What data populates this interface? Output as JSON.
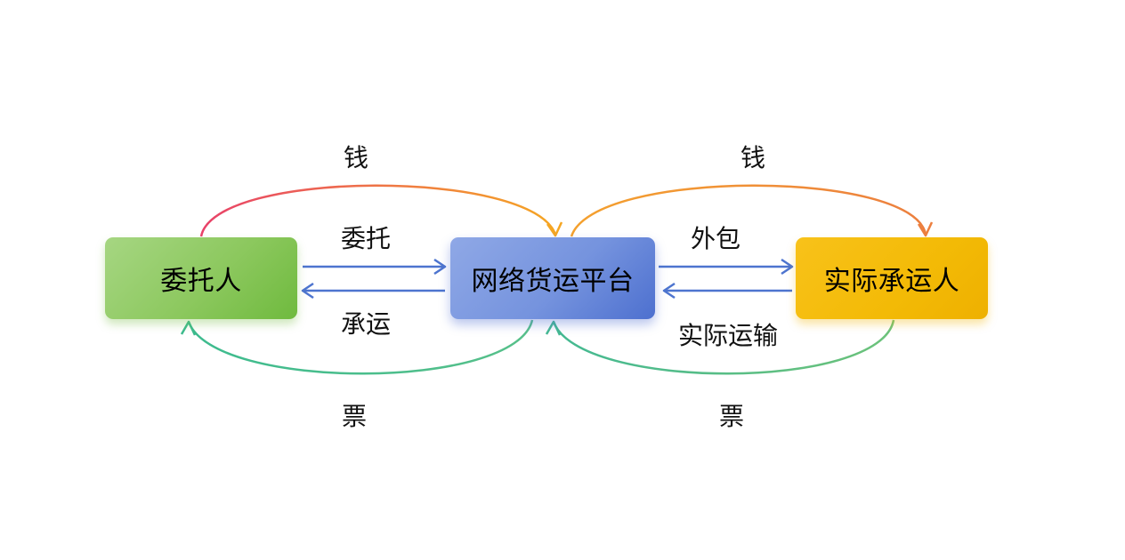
{
  "nodes": {
    "client": "委托人",
    "platform": "网络货运平台",
    "carrier": "实际承运人"
  },
  "edges": {
    "money_left": "钱",
    "money_right": "钱",
    "entrust": "委托",
    "undertake": "承运",
    "outsource": "外包",
    "actual_transport": "实际运输",
    "invoice_left": "票",
    "invoice_right": "票"
  },
  "colors": {
    "arrow_blue": "#4d74cf",
    "money_start": "#e8426a",
    "money_end": "#f5a623",
    "money_right": "#ef8a3c",
    "invoice": "#3dbb8e"
  }
}
